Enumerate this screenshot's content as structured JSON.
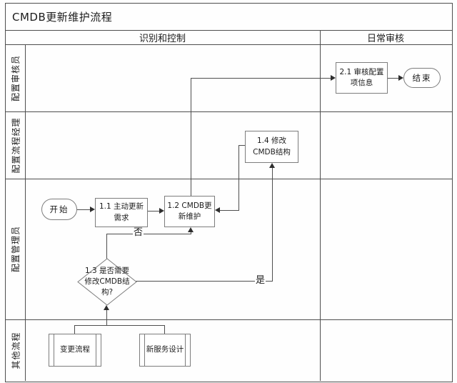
{
  "title": "CMDB更新维护流程",
  "columns": {
    "identify_control": "识别和控制",
    "daily_audit": "日常审核"
  },
  "lanes": {
    "auditor": "配置审核员",
    "process_manager": "配置流程经理",
    "admin": "配置管理员",
    "other": "其他流程"
  },
  "nodes": {
    "start": "开始",
    "n11": "1.1 主动更新需求",
    "n12": "1.2 CMDB更新维护",
    "n13": "1.3 是否需要修改CMDB结构?",
    "n14": "1.4 修改CMDB结构",
    "n21": "2.1 审核配置项信息",
    "end": "结束",
    "change_process": "变更流程",
    "new_service_design": "新服务设计"
  },
  "edge_labels": {
    "no": "否",
    "yes": "是"
  },
  "colors": {
    "grid_line": "#4e4e4e",
    "shape_border": "#7d7d7d",
    "text": "#1b1b1b",
    "background": "#ffffff"
  }
}
